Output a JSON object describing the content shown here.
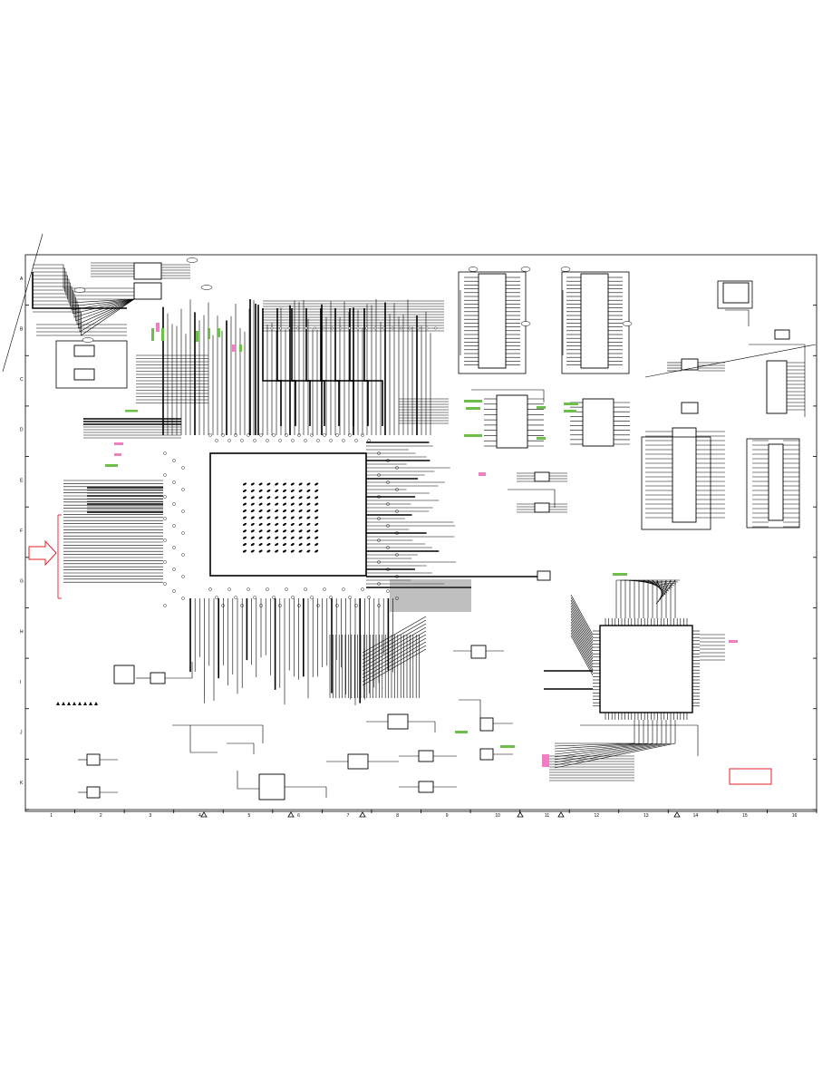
{
  "sheet": {
    "page_background": "#ffffff",
    "line_color": "#000000",
    "highlight_colors": {
      "green": "#6cc04a",
      "pink": "#ef7fc0",
      "red": "#e0202a"
    },
    "row_markers": [
      "A",
      "B",
      "C",
      "D",
      "E",
      "F",
      "G",
      "H",
      "I",
      "J",
      "K"
    ],
    "column_markers": [
      "1",
      "2",
      "3",
      "4",
      "5",
      "6",
      "7",
      "8",
      "9",
      "10",
      "11",
      "12",
      "13",
      "14",
      "15",
      "16"
    ],
    "caution_icon": "warning-triangle-icon",
    "input_arrow_icon": "hollow-arrow-right-icon"
  }
}
